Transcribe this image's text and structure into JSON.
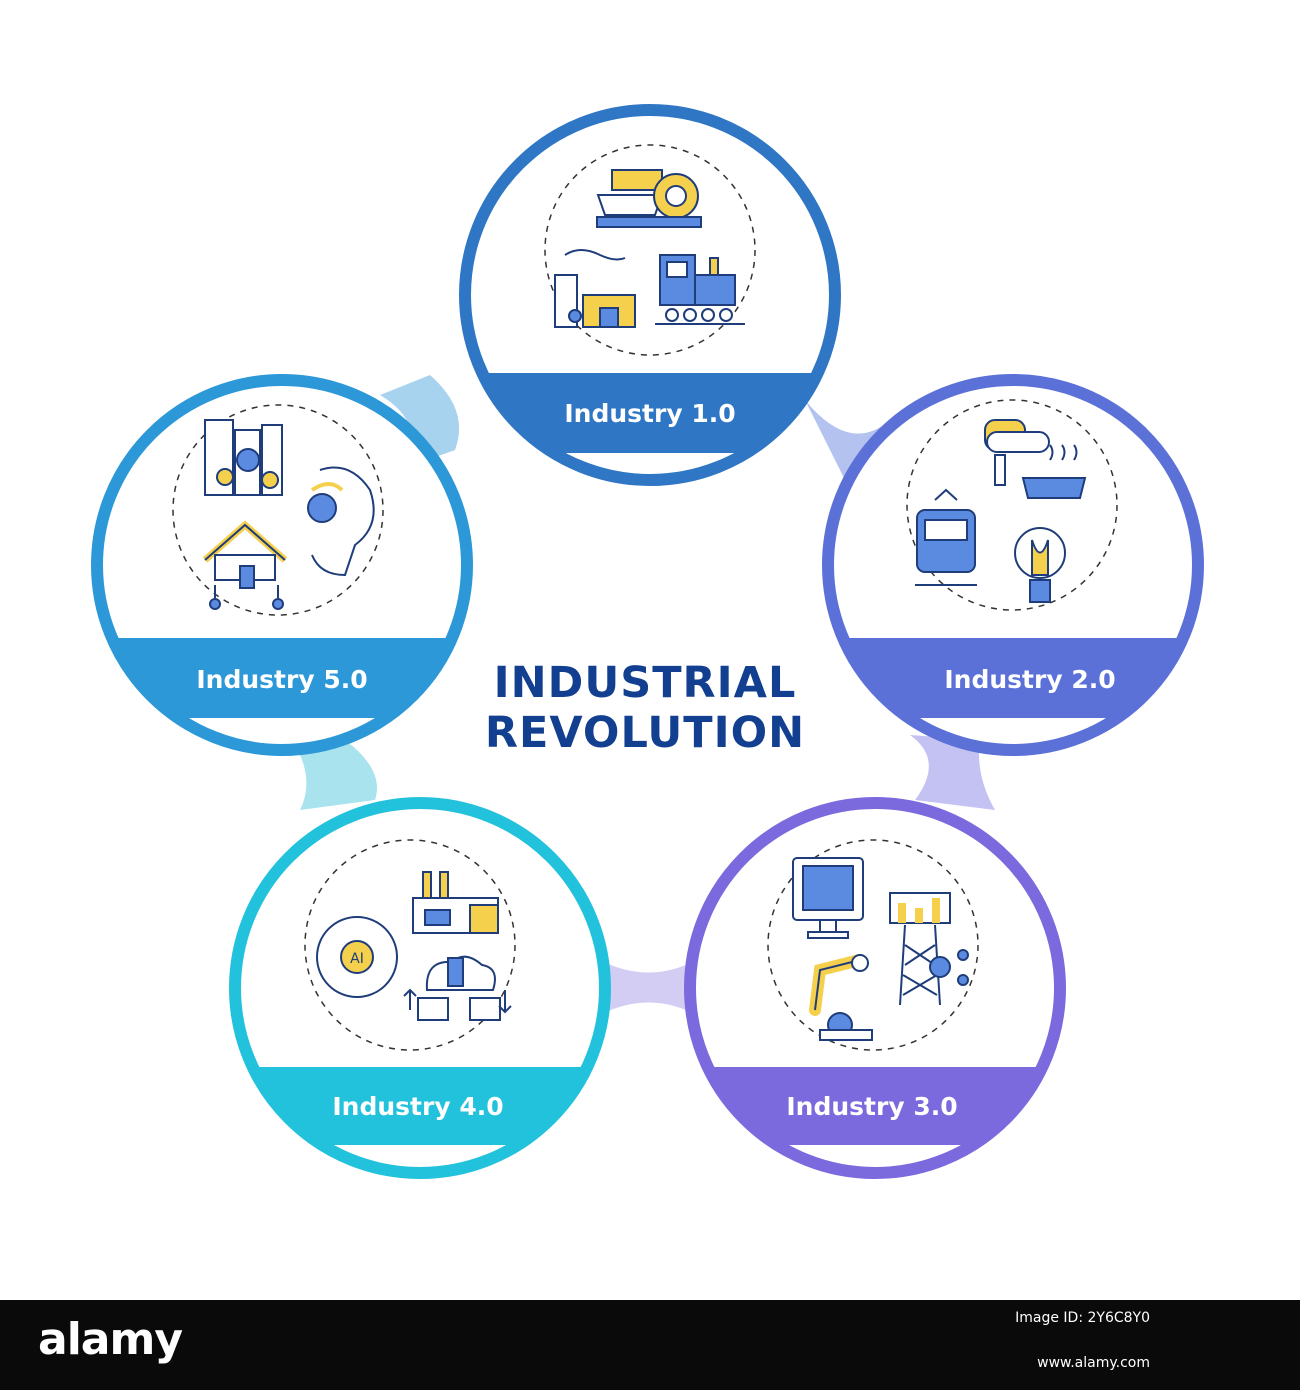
{
  "title": {
    "line1": "INDUSTRIAL",
    "line2": "REVOLUTION"
  },
  "stages": [
    {
      "label": "Industry 1.0",
      "color": "#2f76c4",
      "link_color": "#a9cdee"
    },
    {
      "label": "Industry 2.0",
      "color": "#5b71d8",
      "link_color": "#b7c0ef"
    },
    {
      "label": "Industry 3.0",
      "color": "#7b69de",
      "link_color": "#c9c4f2"
    },
    {
      "label": "Industry 4.0",
      "color": "#23c2dc",
      "link_color": "#a5e5ee"
    },
    {
      "label": "Industry 5.0",
      "color": "#2c98d8",
      "link_color": "#a6d8f0"
    }
  ],
  "icons": [
    [
      "steamboat-waterwheel-icon",
      "coal-factory-icon",
      "steam-locomotive-icon"
    ],
    [
      "ore-crusher-icon",
      "molten-metal-icon",
      "electric-train-icon",
      "light-bulb-icon"
    ],
    [
      "computer-monitor-icon",
      "robotic-arm-icon",
      "telecom-tower-icon"
    ],
    [
      "smart-factory-icon",
      "ai-brain-icon",
      "cloud-data-icon"
    ],
    [
      "smart-city-icon",
      "smart-home-icon",
      "humanoid-robot-icon"
    ]
  ],
  "footer": {
    "brand": "alamy",
    "image_id": "Image ID: 2Y6C8Y0",
    "site": "www.alamy.com",
    "background": "#0a0a0a"
  }
}
